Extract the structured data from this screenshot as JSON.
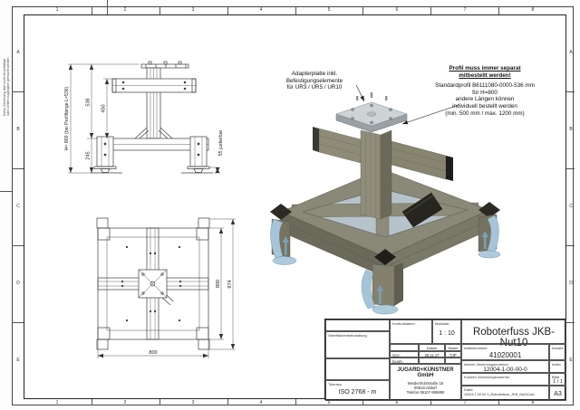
{
  "frame": {
    "top": [
      "1",
      "2",
      "3",
      "4",
      "5",
      "6",
      "7",
      "8"
    ],
    "bottom": [
      "1",
      "2",
      "3",
      "4",
      "5",
      "6",
      "7",
      "8"
    ],
    "left": [
      "A",
      "B",
      "C",
      "D",
      "E"
    ],
    "right": [
      "A",
      "B",
      "C",
      "D",
      "E"
    ],
    "note1": "Diese Zeichnung darf nicht vervielfältigt",
    "note2": "oder Dritten zugänglich gemacht werden"
  },
  "front_view": {
    "dim_total": "H= 800 (bei Profillänge L=536)",
    "dim_536": "536",
    "dim_450": "450",
    "dim_245": "245",
    "dim_adjust": "55 justierbar"
  },
  "plan_view": {
    "dim_width": "800",
    "dim_depth": "800",
    "dim_overall": "974"
  },
  "annotations": {
    "adapter1": "Adapterplatte inkl.",
    "adapter2": "Befestigungselemente",
    "adapter3": "für UR3 / UR5 / UR10",
    "profile_bold1": "Profil muss immer separat",
    "profile_bold2": "mitbestellt werden!",
    "profile1": "Standardprofil B6111080-0000-536 mm",
    "profile2": "für H=800",
    "profile3": "andere Längen können",
    "profile4": "individuell bestellt werden",
    "profile5": "(min. 500 mm / max. 1200 mm)"
  },
  "title_block": {
    "title": "Roboterfuss JKB-Nut10",
    "surface_label": "Oberflächenbehandlung",
    "tolerance_label": "Toleranz",
    "tolerance_value": "ISO 2768 - m",
    "control_date_label": "Kontrolldatum",
    "scale_label": "Maßstab",
    "scale_value": "1 : 10",
    "date_label": "Datum",
    "name_label": "Name",
    "drawn_label": "Gez.",
    "drawn_date": "30.11.17",
    "drawn_name": "TJP",
    "edited_label": "bearb.",
    "company_line1": "JUGARD+KÜNSTNER",
    "company_line2": "GmbH",
    "company_street": "Weidenholzstraße 15",
    "company_city": "90518 Altdorf",
    "company_phone": "Telefon 08107-906890",
    "article_label": "Artikelnummer",
    "article_value": "41020001",
    "qty_label": "Anzahl",
    "internal_label": "Interne Zeichnungsnummer",
    "internal_value": "12004-1-00-00-0",
    "index_label": "Index",
    "customer_label": "Kunden Zeichnungsnummer",
    "sheet_label": "Blatt",
    "sheet_value": "1 / 1",
    "file_label": "Datei:",
    "file_value": "12004 1 00 00 0_Roboterfuss_JKB_Nut10.iad",
    "format_value": "A3"
  },
  "colors": {
    "profile": "#8a8876",
    "profile_dark": "#6b695a",
    "panel": "#b7c3cb",
    "foot_blue": "#a5c4d8",
    "black_part": "#26261f",
    "plate": "#ced3d6"
  }
}
